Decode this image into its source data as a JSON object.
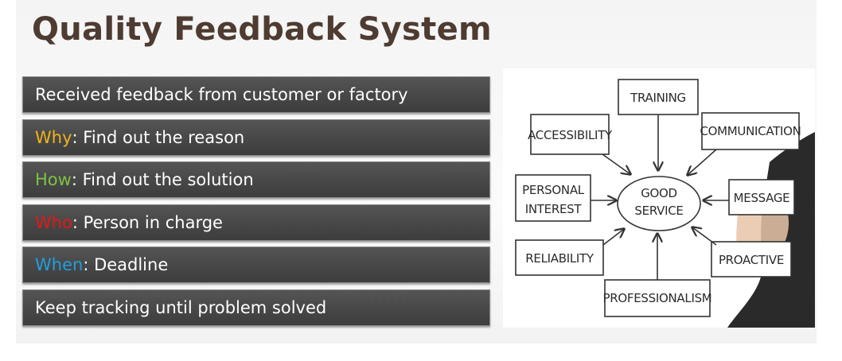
{
  "title": "Quality Feedback System",
  "bars": [
    {
      "keyword": "",
      "text": "Received feedback from customer or factory"
    },
    {
      "keyword": "Why",
      "text": ": Find out the reason"
    },
    {
      "keyword": "How",
      "text": ": Find out the solution"
    },
    {
      "keyword": "Who",
      "text": ": Person in charge"
    },
    {
      "keyword": "When",
      "text": ": Deadline"
    },
    {
      "keyword": "",
      "text": "Keep tracking until problem solved"
    }
  ],
  "colors": {
    "title": "#4e3b31",
    "why": "#f0b31a",
    "how": "#7ec244",
    "who": "#e21818",
    "when": "#1f9fe0"
  },
  "diagram": {
    "center_line1": "GOOD",
    "center_line2": "SERVICE",
    "training": "TRAINING",
    "accessibility": "ACCESSIBILITY",
    "communication": "COMMUNICATION",
    "personal_line1": "PERSONAL",
    "personal_line2": "INTEREST",
    "message": "MESSAGE",
    "reliability": "RELIABILITY",
    "proactive": "PROACTIVE",
    "professionalism": "PROFESSIONALISM"
  }
}
